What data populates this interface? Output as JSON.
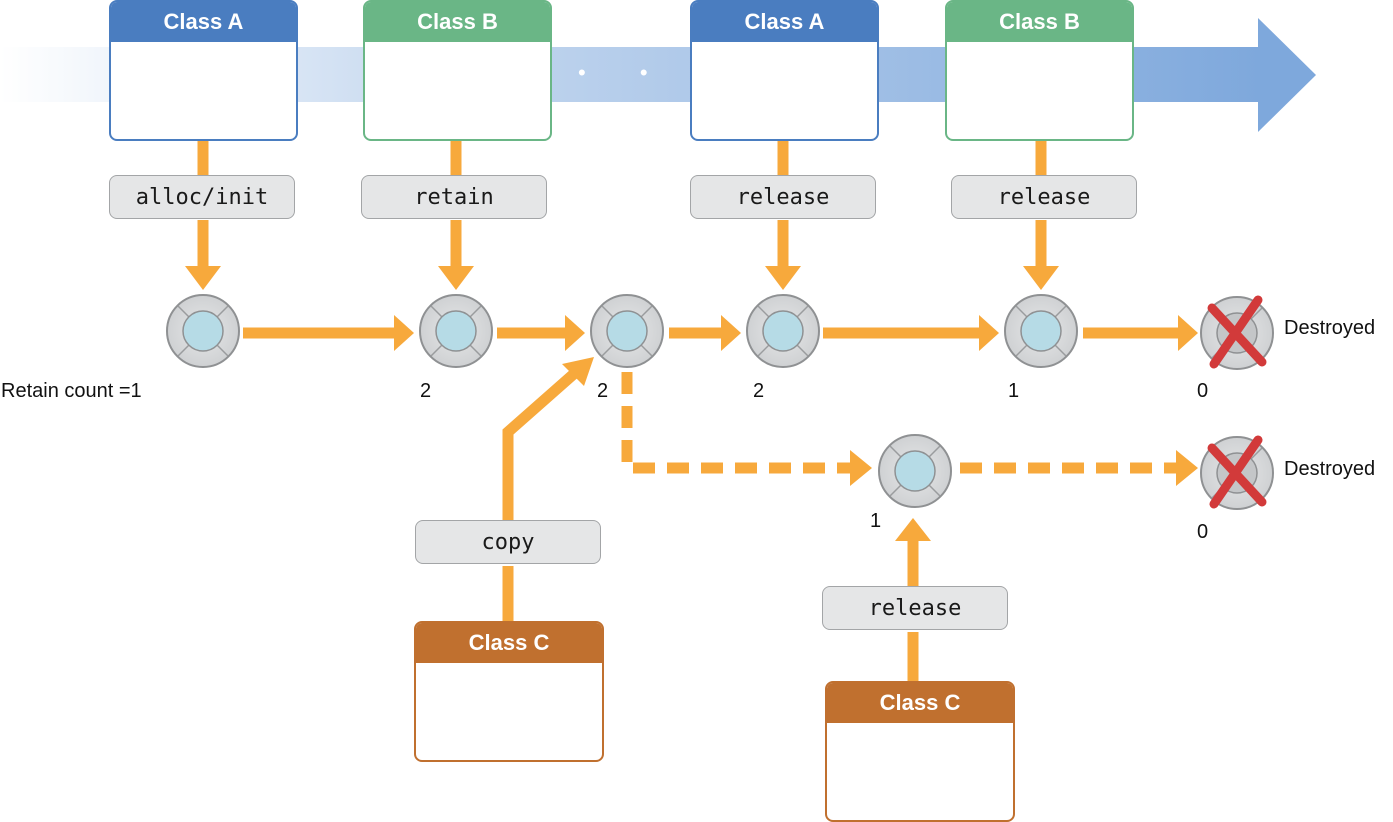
{
  "classes": {
    "a1": "Class A",
    "b1": "Class B",
    "a2": "Class A",
    "b2": "Class B",
    "c1": "Class C",
    "c2": "Class C"
  },
  "messages": {
    "alloc": "alloc/init",
    "retain": "retain",
    "release1": "release",
    "release2": "release",
    "copy": "copy",
    "release3": "release"
  },
  "counts": {
    "c1": "Retain count =1",
    "c2": "2",
    "c3": "2",
    "c4": "2",
    "c5": "1",
    "c6": "0",
    "c7": "1",
    "c8": "0"
  },
  "destroyed": {
    "top": "Destroyed",
    "bottom": "Destroyed"
  },
  "timeline": {
    "ellipsis": "• • •"
  },
  "colors": {
    "classA": "#4a7dc0",
    "classB": "#6ab686",
    "classC": "#c0702f",
    "arrow": "#f7a93c",
    "timeline": "#7ea8dc",
    "destroyX": "#d23a3a"
  }
}
